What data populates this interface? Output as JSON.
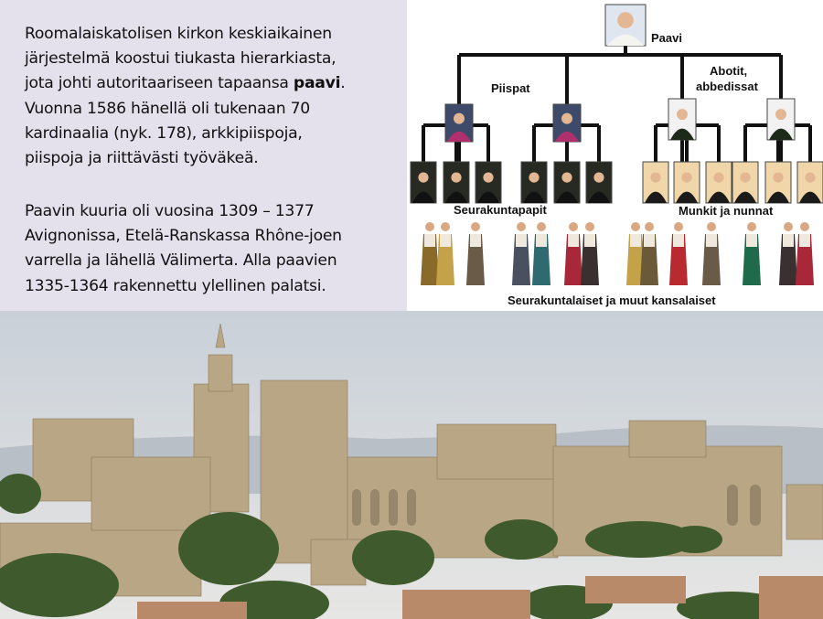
{
  "text": {
    "p1_a": "Roomalaiskatolisen kirkon keskiaikainen\njärjestelmä koostui tiukasta hierarkiasta,\njota johti autoritaariseen tapaansa ",
    "p1_bold": "paavi",
    "p1_b": ".\nVuonna 1586 hänellä oli tukenaan 70\nkardinaalia  (nyk. 178), arkkipiispoja,\npiispoja  ja riittävästi työväkeä.",
    "p2": "Paavin kuuria oli vuosina 1309 – 1377\nAvignonissa, Etelä-Ranskassa Rhône-joen\nvarrella ja lähellä Välimerta. Alla paavien\n1335-1364 rakennettu ylellinen palatsi."
  },
  "diagram": {
    "pope": "Paavi",
    "bishops": "Piispat",
    "abbots_1": "Abotit,",
    "abbots_2": "abbedissat",
    "priests": "Seurakuntapapit",
    "monks": "Munkit ja nunnat",
    "laity": "Seurakuntalaiset ja muut kansalaiset"
  },
  "colors": {
    "panel_bg": "#e4e0ec",
    "bishop_robe": "#b0306e",
    "line": "#111111"
  }
}
